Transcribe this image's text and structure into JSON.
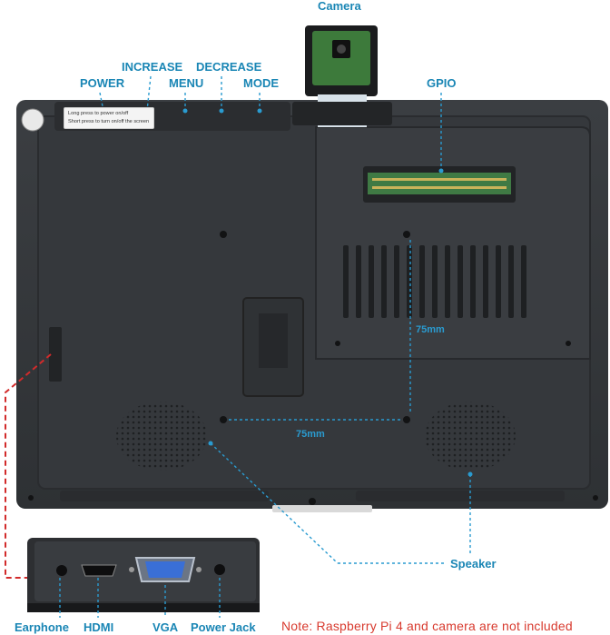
{
  "labels": {
    "camera": "Camera",
    "power": "POWER",
    "increase": "INCREASE",
    "menu": "MENU",
    "decrease": "DECREASE",
    "mode": "MODE",
    "gpio": "GPIO",
    "speaker": "Speaker",
    "earphone": "Earphone",
    "hdmi": "HDMI",
    "vga": "VGA",
    "power_jack": "Power Jack"
  },
  "dimensions": {
    "horizontal": "75mm",
    "vertical": "75mm"
  },
  "sticker": {
    "line1": "Long press to power on/off",
    "line2": "Short press to turn on/off the screen"
  },
  "note": "Note: Raspberry Pi 4 and camera are not included",
  "colors": {
    "label": "#1a86b5",
    "note": "#d83a2e",
    "callout_line": "#d22b2b",
    "panel": "#333639"
  }
}
